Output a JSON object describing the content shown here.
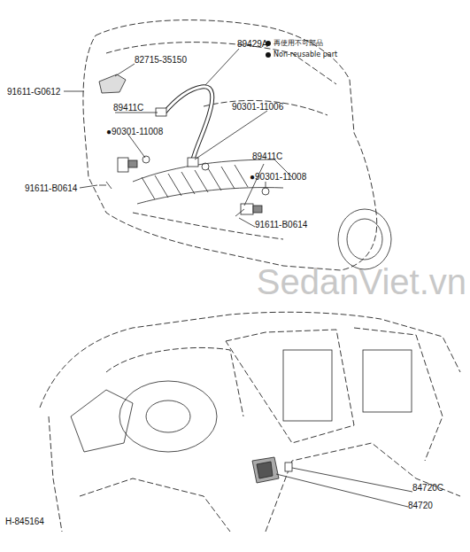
{
  "diagram": {
    "labels": [
      "82715-35150",
      "91611-G0612",
      "89429A",
      "89411C",
      "●90301-11008",
      "90301-11006",
      "91611-B0614",
      "89411C",
      "●90301-11008",
      "91611-B0614",
      "84720C",
      "84720",
      "H-845164",
      "SedanViet.vn"
    ],
    "legend": [
      {
        "text": "再使用不可部品"
      },
      {
        "text": "Non-reusable part"
      }
    ]
  }
}
